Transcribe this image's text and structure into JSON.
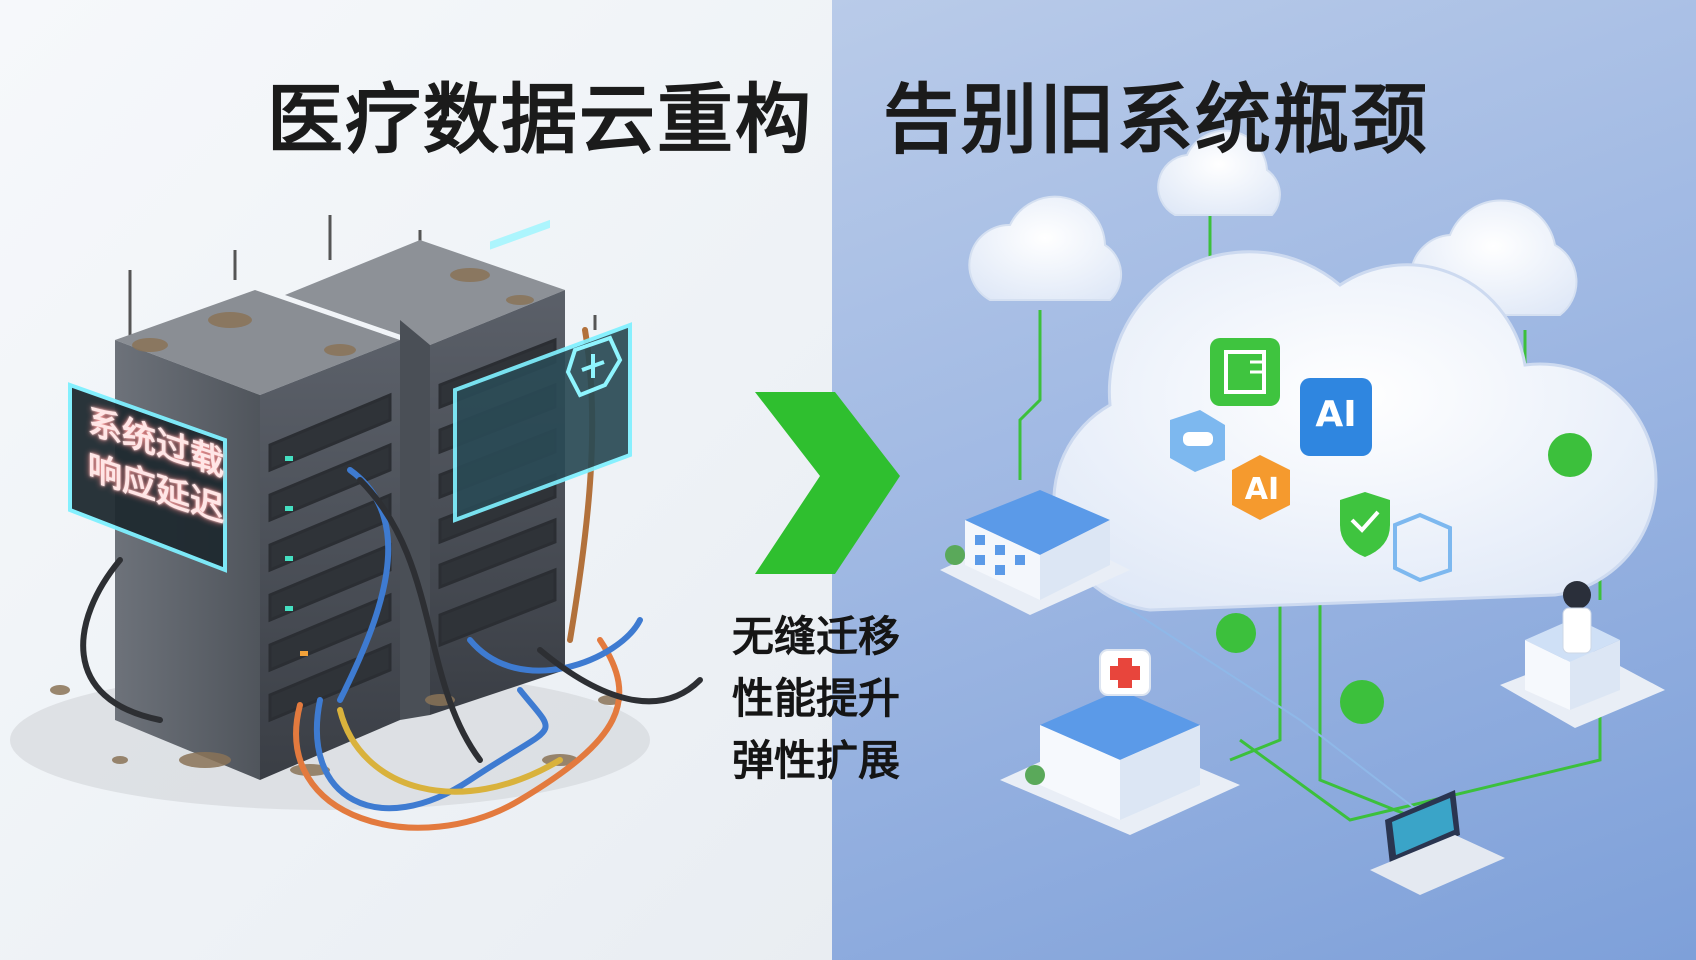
{
  "title": {
    "left": "医疗数据云重构",
    "right": "告别旧系统瓶颈"
  },
  "legacy_server": {
    "warning_line1": "系统过载",
    "warning_line2": "响应延迟"
  },
  "benefits": [
    "无缝迁移",
    "性能提升",
    "弹性扩展"
  ],
  "cloud_icons": {
    "ai_blue": "AI",
    "ai_orange": "AI"
  },
  "colors": {
    "arrow": "#2fbf2f",
    "connector": "#3cc03c",
    "cloud": "#ffffff",
    "server": "#4a4f57",
    "background_right": "#8fade0"
  }
}
